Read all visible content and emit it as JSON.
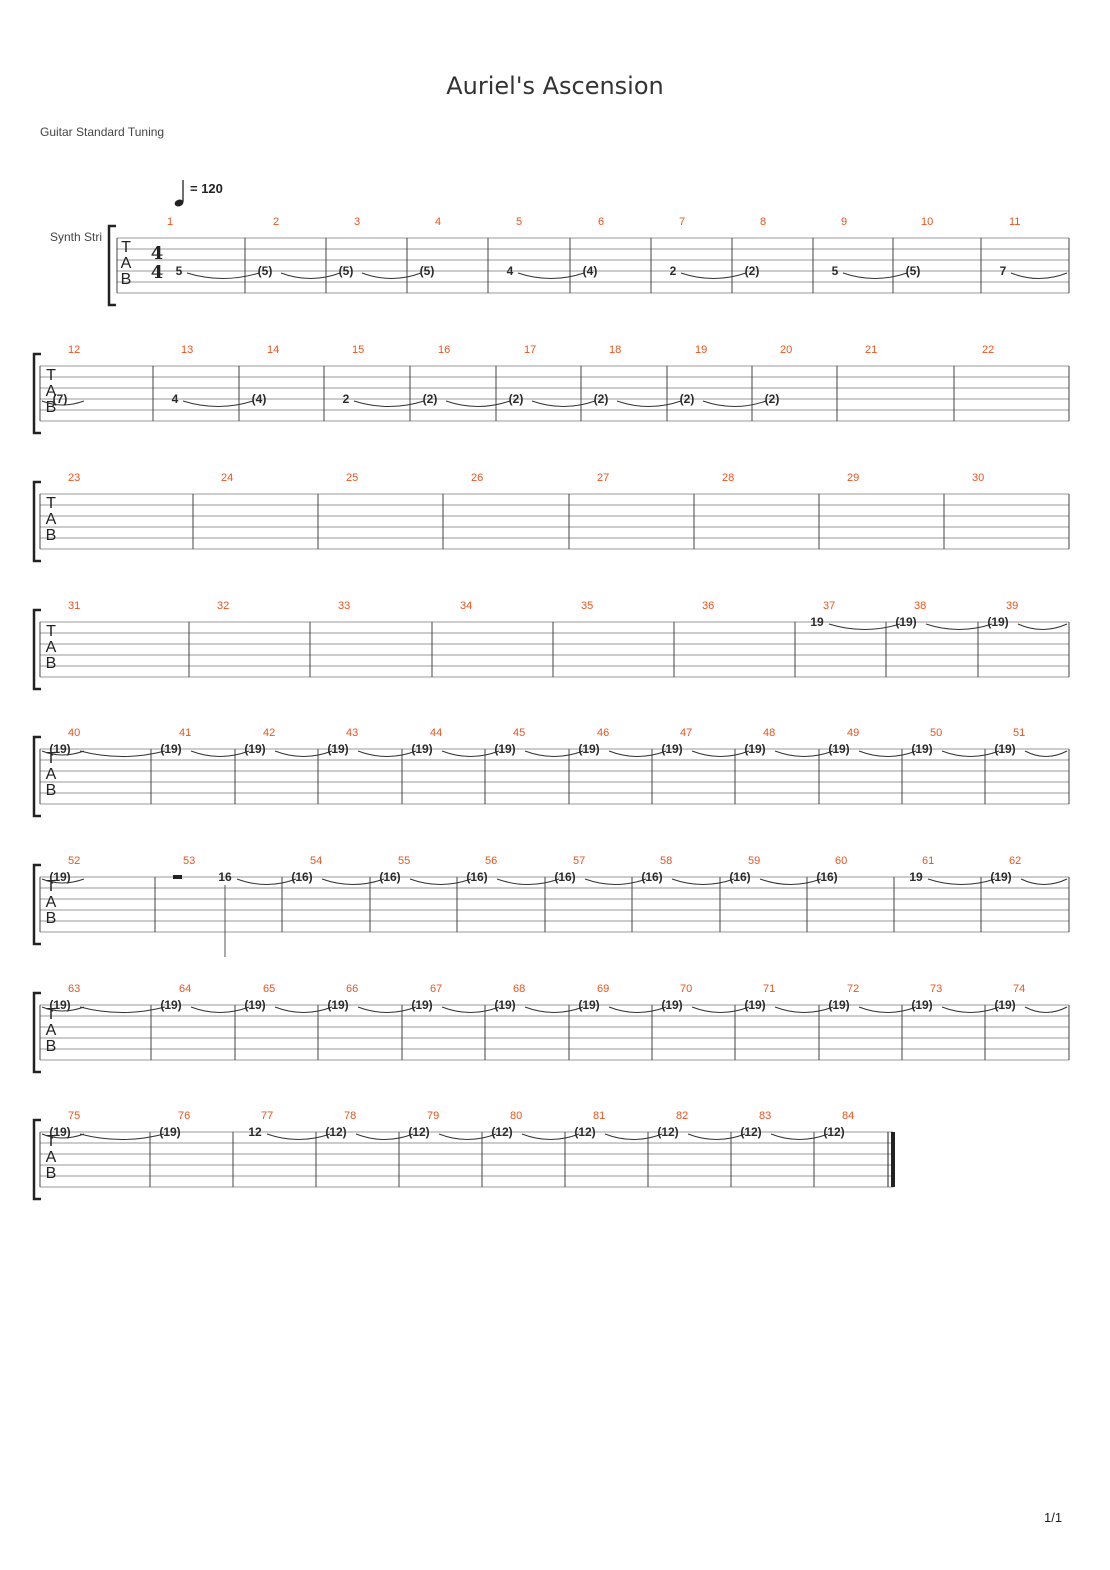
{
  "title": "Auriel's Ascension",
  "tuning": "Guitar Standard Tuning",
  "tempo": "= 120",
  "instrument": "Synth Stri",
  "time_signature": [
    "4",
    "4"
  ],
  "tab_clef": [
    "T",
    "A",
    "B"
  ],
  "page_number": "1/1",
  "systems": [
    {
      "bars": [
        {
          "n": "1",
          "notes": [
            "5"
          ]
        },
        {
          "n": "2",
          "notes": [
            "(5)"
          ]
        },
        {
          "n": "3",
          "notes": [
            "(5)"
          ]
        },
        {
          "n": "4",
          "notes": [
            "(5)"
          ]
        },
        {
          "n": "5",
          "notes": [
            "4"
          ]
        },
        {
          "n": "6",
          "notes": [
            "(4)"
          ]
        },
        {
          "n": "7",
          "notes": [
            "2"
          ]
        },
        {
          "n": "8",
          "notes": [
            "(2)"
          ]
        },
        {
          "n": "9",
          "notes": [
            "5"
          ]
        },
        {
          "n": "10",
          "notes": [
            "(5)"
          ]
        },
        {
          "n": "11",
          "notes": [
            "7"
          ]
        }
      ]
    },
    {
      "bars": [
        {
          "n": "12",
          "notes": [
            "(7)"
          ]
        },
        {
          "n": "13",
          "notes": [
            "4"
          ]
        },
        {
          "n": "14",
          "notes": [
            "(4)"
          ]
        },
        {
          "n": "15",
          "notes": [
            "2"
          ]
        },
        {
          "n": "16",
          "notes": [
            "(2)"
          ]
        },
        {
          "n": "17",
          "notes": [
            "(2)"
          ]
        },
        {
          "n": "18",
          "notes": [
            "(2)"
          ]
        },
        {
          "n": "19",
          "notes": [
            "(2)"
          ]
        },
        {
          "n": "20",
          "notes": [
            "(2)"
          ]
        },
        {
          "n": "21",
          "notes": []
        },
        {
          "n": "22",
          "notes": []
        }
      ]
    },
    {
      "bars": [
        {
          "n": "23",
          "notes": []
        },
        {
          "n": "24",
          "notes": []
        },
        {
          "n": "25",
          "notes": []
        },
        {
          "n": "26",
          "notes": []
        },
        {
          "n": "27",
          "notes": []
        },
        {
          "n": "28",
          "notes": []
        },
        {
          "n": "29",
          "notes": []
        },
        {
          "n": "30",
          "notes": []
        }
      ]
    },
    {
      "bars": [
        {
          "n": "31",
          "notes": []
        },
        {
          "n": "32",
          "notes": []
        },
        {
          "n": "33",
          "notes": []
        },
        {
          "n": "34",
          "notes": []
        },
        {
          "n": "35",
          "notes": []
        },
        {
          "n": "36",
          "notes": []
        },
        {
          "n": "37",
          "notes": [
            "19"
          ]
        },
        {
          "n": "38",
          "notes": [
            "(19)"
          ]
        },
        {
          "n": "39",
          "notes": [
            "(19)"
          ]
        }
      ]
    },
    {
      "bars": [
        {
          "n": "40",
          "notes": [
            "(19)"
          ]
        },
        {
          "n": "41",
          "notes": [
            "(19)"
          ]
        },
        {
          "n": "42",
          "notes": [
            "(19)"
          ]
        },
        {
          "n": "43",
          "notes": [
            "(19)"
          ]
        },
        {
          "n": "44",
          "notes": [
            "(19)"
          ]
        },
        {
          "n": "45",
          "notes": [
            "(19)"
          ]
        },
        {
          "n": "46",
          "notes": [
            "(19)"
          ]
        },
        {
          "n": "47",
          "notes": [
            "(19)"
          ]
        },
        {
          "n": "48",
          "notes": [
            "(19)"
          ]
        },
        {
          "n": "49",
          "notes": [
            "(19)"
          ]
        },
        {
          "n": "50",
          "notes": [
            "(19)"
          ]
        },
        {
          "n": "51",
          "notes": [
            "(19)"
          ]
        }
      ]
    },
    {
      "bars": [
        {
          "n": "52",
          "notes": [
            "(19)"
          ]
        },
        {
          "n": "53",
          "notes": [
            "16"
          ],
          "rest": true
        },
        {
          "n": "54",
          "notes": [
            "(16)"
          ]
        },
        {
          "n": "55",
          "notes": [
            "(16)"
          ]
        },
        {
          "n": "56",
          "notes": [
            "(16)"
          ]
        },
        {
          "n": "57",
          "notes": [
            "(16)"
          ]
        },
        {
          "n": "58",
          "notes": [
            "(16)"
          ]
        },
        {
          "n": "59",
          "notes": [
            "(16)"
          ]
        },
        {
          "n": "60",
          "notes": [
            "(16)"
          ]
        },
        {
          "n": "61",
          "notes": [
            "19"
          ]
        },
        {
          "n": "62",
          "notes": [
            "(19)"
          ]
        }
      ]
    },
    {
      "bars": [
        {
          "n": "63",
          "notes": [
            "(19)"
          ]
        },
        {
          "n": "64",
          "notes": [
            "(19)"
          ]
        },
        {
          "n": "65",
          "notes": [
            "(19)"
          ]
        },
        {
          "n": "66",
          "notes": [
            "(19)"
          ]
        },
        {
          "n": "67",
          "notes": [
            "(19)"
          ]
        },
        {
          "n": "68",
          "notes": [
            "(19)"
          ]
        },
        {
          "n": "69",
          "notes": [
            "(19)"
          ]
        },
        {
          "n": "70",
          "notes": [
            "(19)"
          ]
        },
        {
          "n": "71",
          "notes": [
            "(19)"
          ]
        },
        {
          "n": "72",
          "notes": [
            "(19)"
          ]
        },
        {
          "n": "73",
          "notes": [
            "(19)"
          ]
        },
        {
          "n": "74",
          "notes": [
            "(19)"
          ]
        }
      ]
    },
    {
      "bars": [
        {
          "n": "75",
          "notes": [
            "(19)"
          ]
        },
        {
          "n": "76",
          "notes": [
            "(19)"
          ]
        },
        {
          "n": "77",
          "notes": [
            "12"
          ]
        },
        {
          "n": "78",
          "notes": [
            "(12)"
          ]
        },
        {
          "n": "79",
          "notes": [
            "(12)"
          ]
        },
        {
          "n": "80",
          "notes": [
            "(12)"
          ]
        },
        {
          "n": "81",
          "notes": [
            "(12)"
          ]
        },
        {
          "n": "82",
          "notes": [
            "(12)"
          ]
        },
        {
          "n": "83",
          "notes": [
            "(12)"
          ]
        },
        {
          "n": "84",
          "notes": [
            "(12)"
          ]
        }
      ],
      "final": true
    }
  ]
}
